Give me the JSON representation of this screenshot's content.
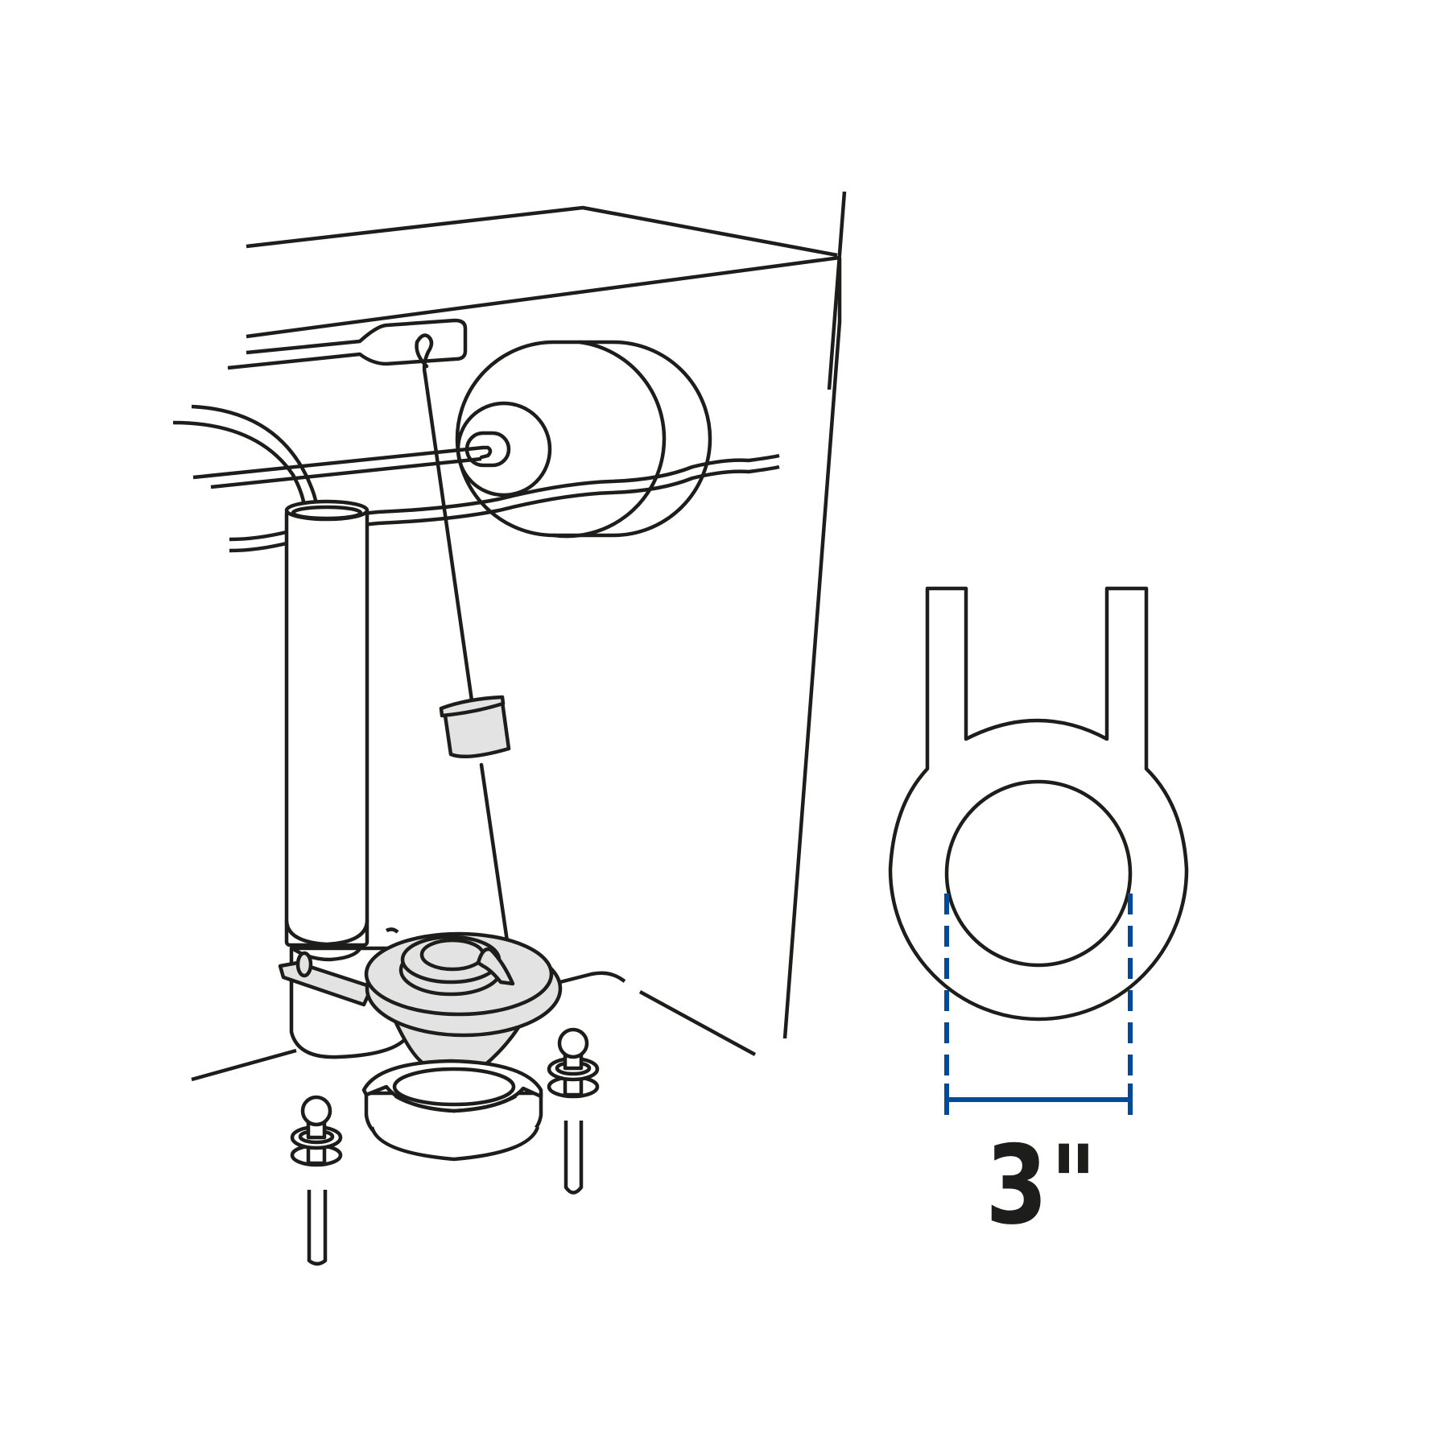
{
  "figure": {
    "subject": "toilet tank flush valve with flapper",
    "colors": {
      "line": "#1d1d1b",
      "part_fill": "#e3e3e3",
      "dimension": "#004a99",
      "background": "#ffffff"
    }
  },
  "dimension": {
    "label": "3\"",
    "part": "flapper ring",
    "measured_between": "inner opening diameter"
  }
}
